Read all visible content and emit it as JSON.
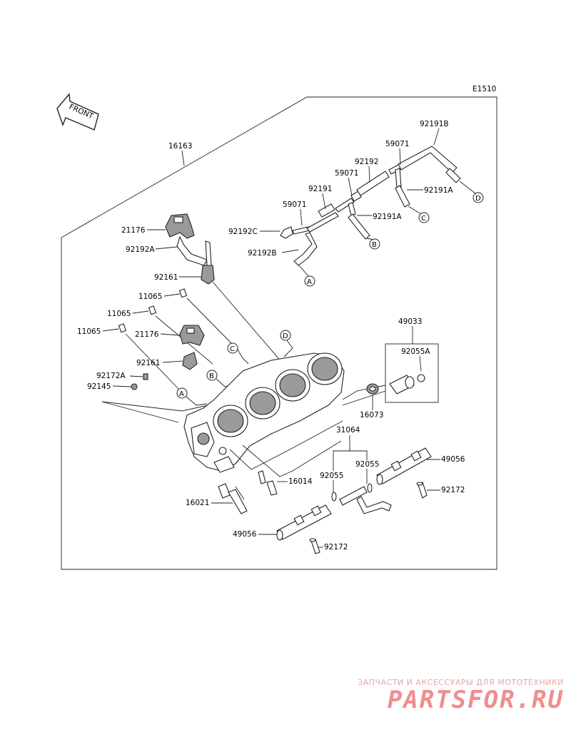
{
  "diagram": {
    "code": "E1510",
    "front_label": "FRONT",
    "callouts": [
      "A",
      "B",
      "C",
      "D"
    ],
    "part_numbers": {
      "p16163": "16163",
      "p21176_top": "21176",
      "p92192A": "92192A",
      "p92161_top": "92161",
      "p92192C": "92192C",
      "p92192B": "92192B",
      "p59071_a": "59071",
      "p92191": "92191",
      "p59071_b": "59071",
      "p92192": "92192",
      "p59071_c": "59071",
      "p92191B": "92191B",
      "p92191A_a": "92191A",
      "p92191A_b": "92191A",
      "p11065_a": "11065",
      "p11065_b": "11065",
      "p11065_c": "11065",
      "p21176_mid": "21176",
      "p92161_mid": "92161",
      "p92172A": "92172A",
      "p92145": "92145",
      "p49033": "49033",
      "p92055A": "92055A",
      "p16073": "16073",
      "p31064": "31064",
      "p92055_a": "92055",
      "p92055_b": "92055",
      "p49056_right": "49056",
      "p92172_right": "92172",
      "p16014": "16014",
      "p16021": "16021",
      "p49056_left": "49056",
      "p92172_left": "92172"
    }
  },
  "watermark": {
    "line1": "ЗАПЧАСТИ И АКСЕССУАРЫ ДЛЯ МОТОТЕХНИКИ",
    "line2": "PARTSFOR.RU"
  }
}
